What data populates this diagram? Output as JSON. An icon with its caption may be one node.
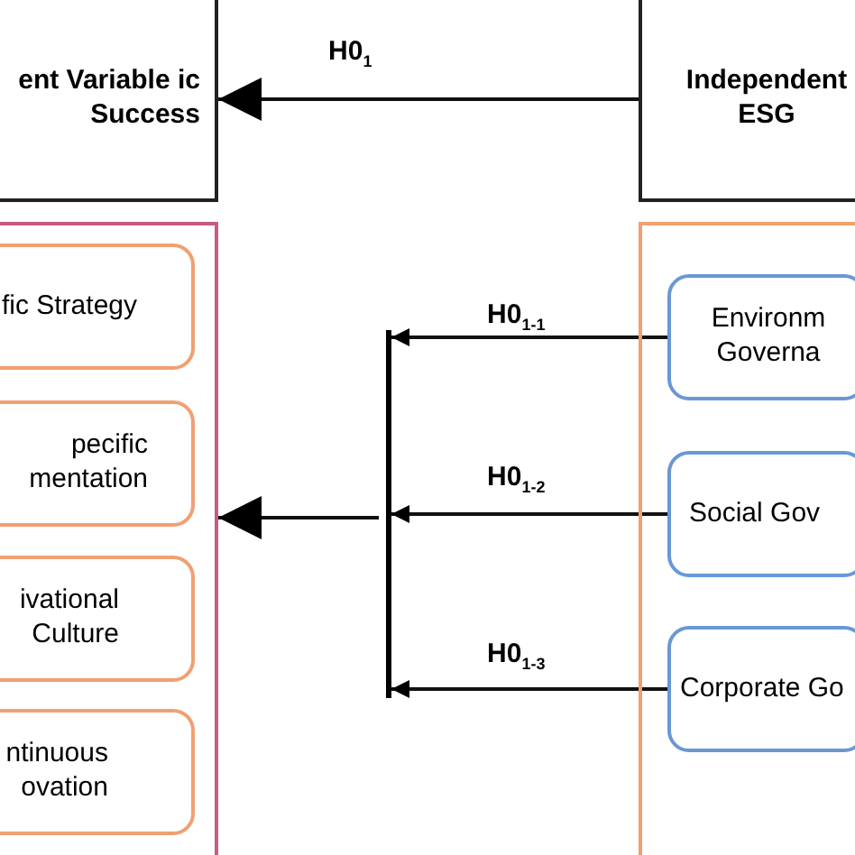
{
  "diagram": {
    "nodes": [
      {
        "text": [
          "ent Variable ic Success"
        ]
      },
      {
        "text": [
          "Independent ESG"
        ]
      },
      {
        "text": [],
        "shape": "box"
      },
      {
        "text": [
          "fic Strategy"
        ],
        "in": 2
      },
      {
        "text": [
          "pecific mentation"
        ],
        "in": 2
      },
      {
        "text": [
          "ivational Culture"
        ],
        "in": 2
      },
      {
        "text": [
          "ntinuous ovation"
        ],
        "in": 2
      },
      {
        "text": [],
        "shape": "box"
      },
      {
        "text": [
          "Environm Governa"
        ],
        "in": 7
      },
      {
        "text": [
          "Social Gov"
        ],
        "in": 7
      },
      {
        "text": [
          "Corporate Go"
        ],
        "in": 7
      },
      {
        "text": [],
        "shape": "bar"
      }
    ],
    "edges": [
      {
        "from": 1,
        "to": 0,
        "arrow": "to",
        "label": "H0$_{1}$"
      },
      {
        "from": 8,
        "to": 11,
        "arrow": "to",
        "label": "H0$_{1-1}$"
      },
      {
        "from": 9,
        "to": 11,
        "arrow": "to",
        "label": "H0$_{1-2}$"
      },
      {
        "from": 10,
        "to": 11,
        "arrow": "to",
        "label": "H0$_{1-3}$"
      },
      {
        "from": 11,
        "to": 2,
        "arrow": "to"
      }
    ]
  }
}
